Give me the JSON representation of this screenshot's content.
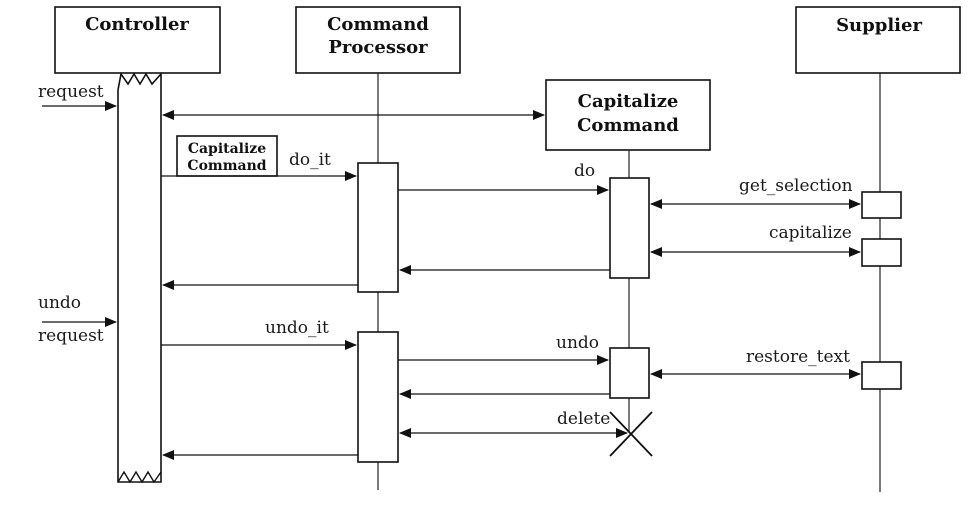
{
  "participants": {
    "controller": {
      "label": "Controller"
    },
    "command_processor": {
      "label_line1": "Command",
      "label_line2": "Processor"
    },
    "capitalize_command": {
      "label_line1": "Capitalize",
      "label_line2": "Command"
    },
    "supplier": {
      "label": "Supplier"
    }
  },
  "embedded_object": {
    "label_line1": "Capitalize",
    "label_line2": "Command"
  },
  "messages": {
    "request": "request",
    "do_it": "do_it",
    "do": "do",
    "get_selection": "get_selection",
    "capitalize": "capitalize",
    "undo_request_line1": "undo",
    "undo_request_line2": "request",
    "undo_it": "undo_it",
    "undo": "undo",
    "restore_text": "restore_text",
    "delete": "delete"
  }
}
